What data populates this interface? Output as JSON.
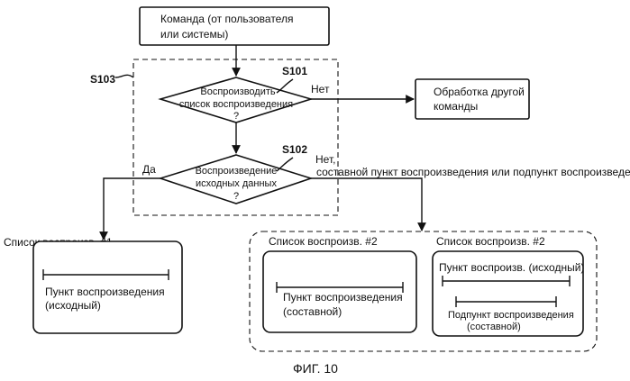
{
  "nodes": {
    "command": [
      "Команда (от пользователя",
      "или системы)"
    ],
    "q1": [
      "Воспроизводить",
      "список воспроизведения",
      "?"
    ],
    "q2": [
      "Воспроизведение",
      "исходных данных",
      "?"
    ],
    "other": [
      "Обработка другой",
      "команды"
    ]
  },
  "labels": {
    "s101": "S101",
    "s102": "S102",
    "s103": "S103",
    "no1": "Нет",
    "yes2": "Да",
    "no2": "Нет,",
    "no2_detail": "составной пункт воспроизведения или подпункт воспроизведения"
  },
  "panels": {
    "left": {
      "title": "Список воспроизв. #1",
      "item": [
        "Пункт воспроизведения",
        "(исходный)"
      ]
    },
    "mid": {
      "title": "Список воспроизв. #2",
      "item": [
        "Пункт воспроизведения",
        "(составной)"
      ]
    },
    "right": {
      "title": "Список воспроизв. #2",
      "item": "Пункт воспроизв. (исходный)",
      "subitem": [
        "Подпункт воспроизведения",
        "(составной)"
      ]
    }
  },
  "caption": "ФИГ. 10"
}
